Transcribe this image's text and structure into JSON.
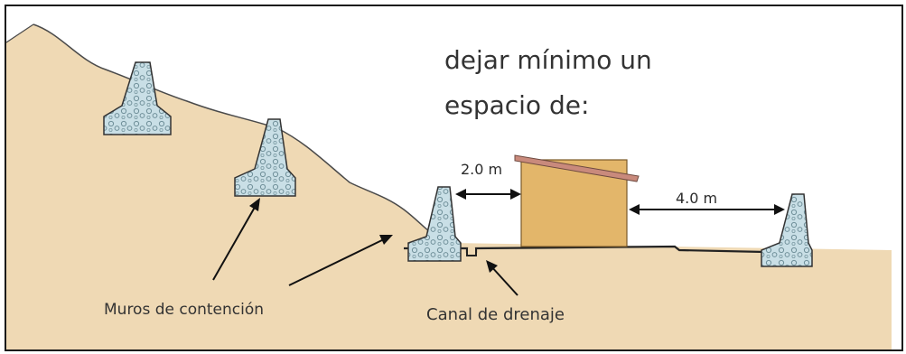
{
  "heading": {
    "line1": "dejar mínimo un",
    "line2": "espacio de:"
  },
  "dimensions": {
    "left_gap": "2.0 m",
    "right_gap": "4.0 m"
  },
  "labels": {
    "walls": "Muros de contención",
    "canal": "Canal de drenaje"
  },
  "colors": {
    "hillside": "#efd9b4",
    "wall_fill": "#c9dfe6",
    "house": "#e3b66a",
    "roof": "#c98a7c",
    "ink": "#1a1a1a"
  }
}
